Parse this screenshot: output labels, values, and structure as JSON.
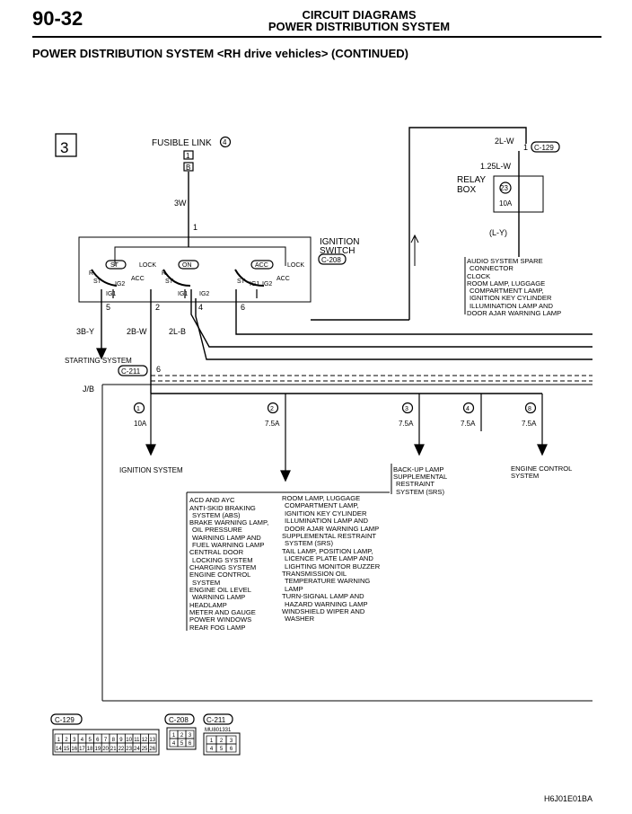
{
  "header": {
    "page_number": "90-32",
    "title_main": "CIRCUIT DIAGRAMS",
    "title_sub": "POWER DISTRIBUTION SYSTEM"
  },
  "subtitle": "POWER DISTRIBUTION SYSTEM <RH drive vehicles> (CONTINUED)",
  "figure_code": "H6J01E01BA",
  "diagram": {
    "section_number": "3",
    "fusible_link": {
      "label": "FUSIBLE LINK",
      "number": "4",
      "pin": "1",
      "pin_letter": "B",
      "wire": "3W",
      "ign_pin": "1"
    },
    "ignition_switch": {
      "label_line1": "IGNITION",
      "label_line2": "SWITCH",
      "connector": "C-208",
      "positions": [
        "ST",
        "ON",
        "ACC"
      ],
      "contact_labels": [
        "LOCK",
        "LOCK",
        "ACC",
        "ACC",
        "ST",
        "ST",
        "ST",
        "IG1",
        "IG1",
        "IG1",
        "IG2",
        "IG2",
        "IG2",
        "R",
        "R"
      ],
      "terminals": [
        "5",
        "2",
        "4",
        "6"
      ]
    },
    "wires": {
      "t5": "3B-Y",
      "t2": "2B-W",
      "t4": "2L-B",
      "relay_in": "2L-W",
      "relay_mid": "1.25L-W",
      "relay_out": "(L-Y)"
    },
    "starting_system": "STARTING SYSTEM",
    "connector_c211": "C-211",
    "c211_pin": "6",
    "jb_label": "J/B",
    "relay_box": {
      "label_line1": "RELAY",
      "label_line2": "BOX",
      "connector": "C-129",
      "pin": "1",
      "fuse_number": "23",
      "rating": "10A",
      "loads": [
        "AUDIO SYSTEM SPARE",
        "CONNECTOR",
        "CLOCK",
        "ROOM LAMP, LUGGAGE",
        "COMPARTMENT LAMP,",
        "IGNITION KEY CYLINDER",
        "ILLUMINATION LAMP AND",
        "DOOR AJAR WARNING LAMP"
      ]
    },
    "fuses": [
      {
        "number": "1",
        "rating": "10A"
      },
      {
        "number": "2",
        "rating": "7.5A"
      },
      {
        "number": "3",
        "rating": "7.5A"
      },
      {
        "number": "4",
        "rating": "7.5A"
      },
      {
        "number": "8",
        "rating": "7.5A"
      }
    ],
    "ignition_system": "IGNITION SYSTEM",
    "fuse3_loads": [
      "BACK-UP LAMP",
      "SUPPLEMENTAL",
      "RESTRAINT",
      "SYSTEM (SRS)"
    ],
    "fuse8_loads": [
      "ENGINE CONTROL",
      "SYSTEM"
    ],
    "fuse2_loads_left": [
      "ACD AND AYC",
      "ANTI-SKID BRAKING",
      "SYSTEM (ABS)",
      "BRAKE WARNING LAMP,",
      "OIL PRESSURE",
      "WARNING LAMP AND",
      "FUEL WARNING LAMP",
      "CENTRAL DOOR",
      "LOCKING SYSTEM",
      "CHARGING SYSTEM",
      "ENGINE CONTROL",
      "SYSTEM",
      "ENGINE OIL LEVEL",
      "WARNING LAMP",
      "HEADLAMP",
      "METER AND GAUGE",
      "POWER WINDOWS",
      "REAR FOG LAMP"
    ],
    "fuse2_loads_right": [
      "ROOM LAMP, LUGGAGE",
      "COMPARTMENT LAMP,",
      "IGNITION KEY CYLINDER",
      "ILLUMINATION LAMP AND",
      "DOOR AJAR WARNING LAMP",
      "SUPPLEMENTAL RESTRAINT",
      "SYSTEM (SRS)",
      "TAIL LAMP, POSITION LAMP,",
      "LICENCE PLATE LAMP AND",
      "LIGHTING MONITOR BUZZER",
      "TRANSMISSION OIL",
      "TEMPERATURE WARNING",
      "LAMP",
      "TURN-SIGNAL LAMP AND",
      "HAZARD WARNING LAMP",
      "WINDSHIELD WIPER AND",
      "WASHER"
    ],
    "connector_views": {
      "c129": {
        "label": "C-129",
        "row1": [
          "1",
          "2",
          "3",
          "4",
          "5",
          "6",
          "7",
          "8",
          "9",
          "10",
          "11",
          "12",
          "13"
        ],
        "row2": [
          "14",
          "15",
          "16",
          "17",
          "18",
          "19",
          "20",
          "21",
          "22",
          "23",
          "24",
          "25",
          "26"
        ]
      },
      "c208": {
        "label": "C-208",
        "row1": [
          "1",
          "2",
          "3"
        ],
        "row2": [
          "4",
          "5",
          "6"
        ]
      },
      "c211": {
        "label": "C-211",
        "part": "MU801331",
        "row1": [
          "1",
          "2",
          "3"
        ],
        "row2": [
          "4",
          "5",
          "6"
        ]
      }
    }
  }
}
